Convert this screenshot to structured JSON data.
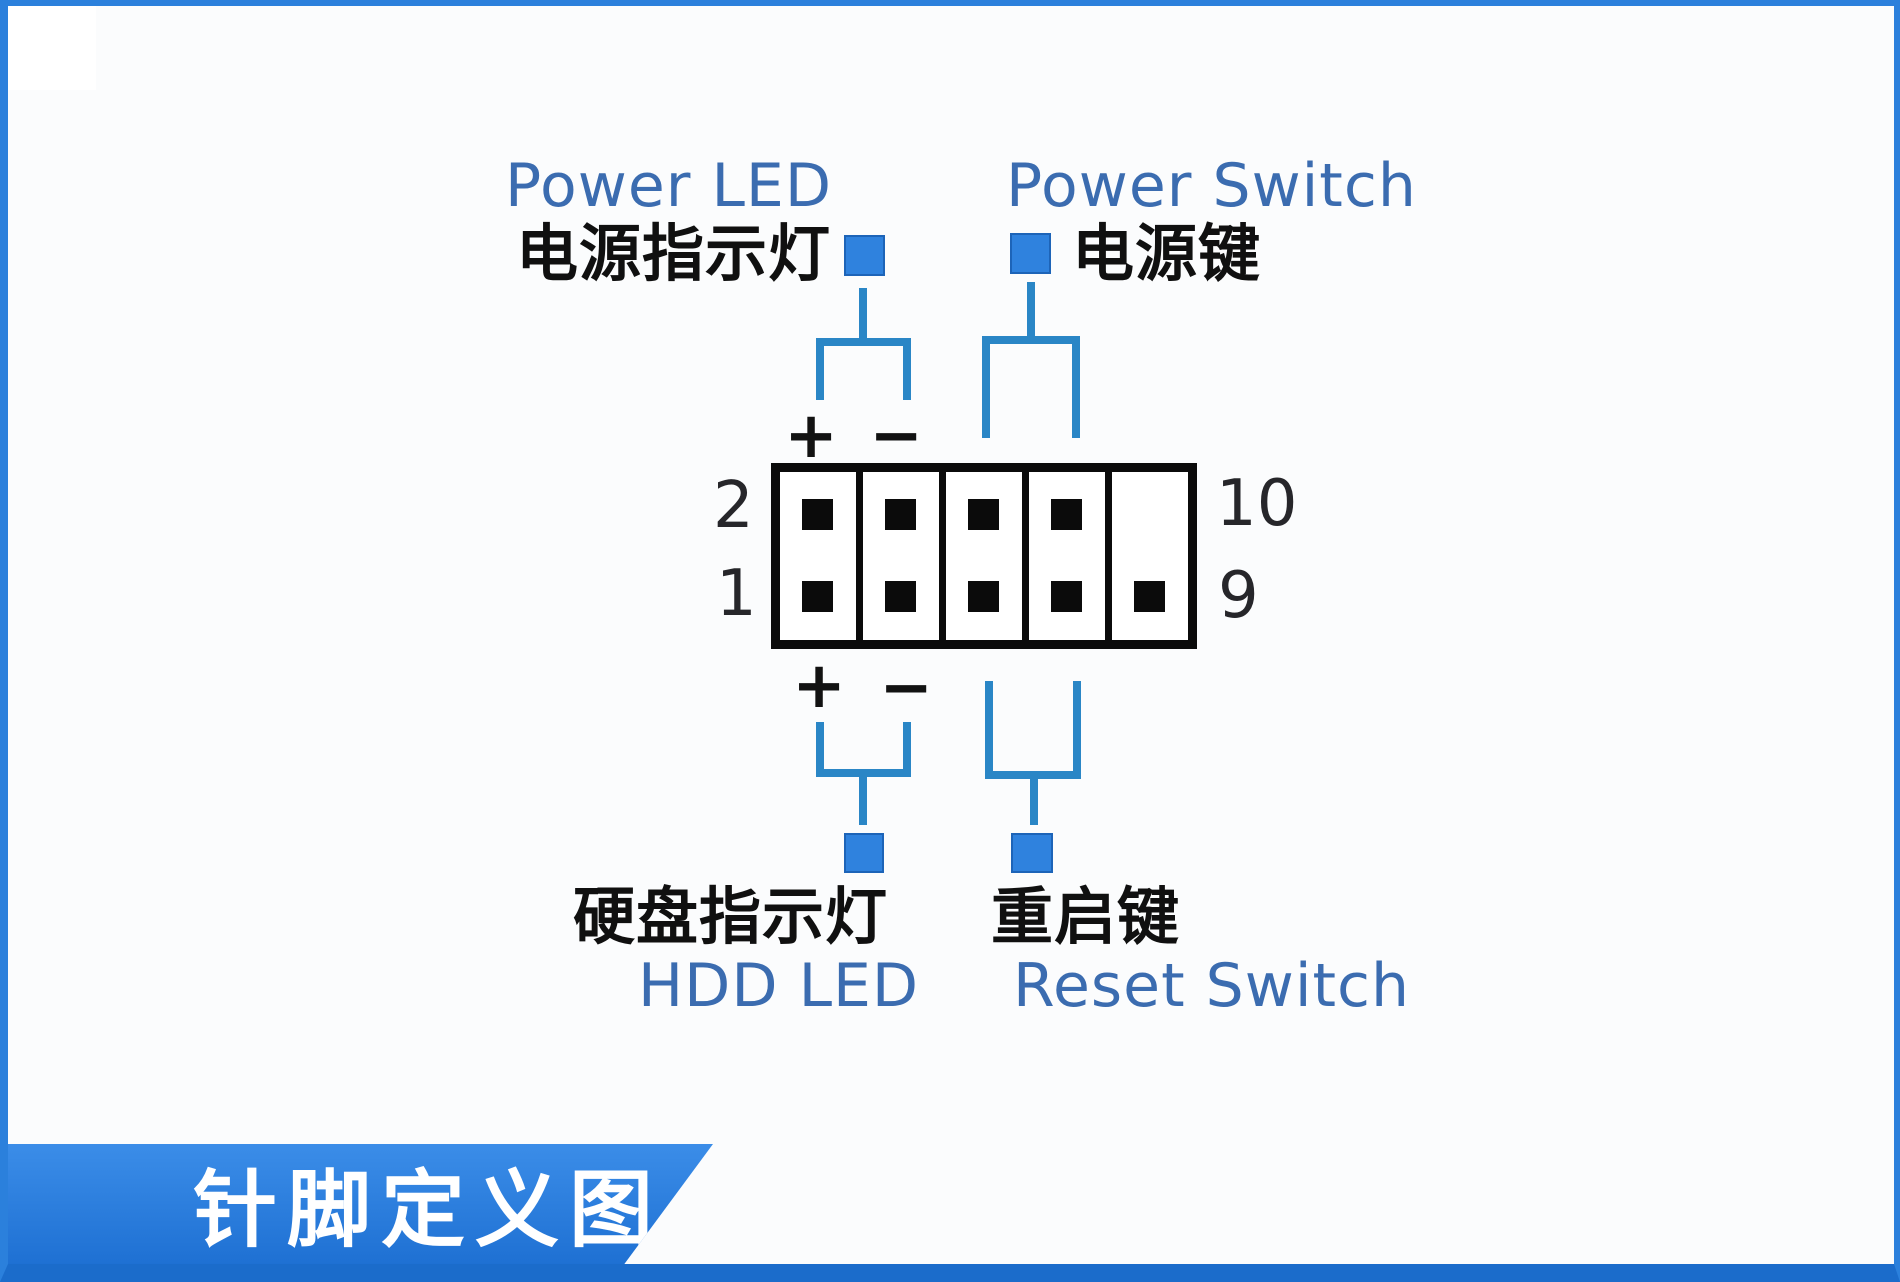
{
  "banner": {
    "title": "针脚定义图"
  },
  "top": {
    "power_led": {
      "en": "Power LED",
      "zh": "电源指示灯"
    },
    "power_switch": {
      "en": "Power Switch",
      "zh": "电源键"
    }
  },
  "bottom": {
    "hdd_led": {
      "zh": "硬盘指示灯",
      "en": "HDD LED"
    },
    "reset": {
      "zh": "重启键",
      "en": "Reset Switch"
    }
  },
  "header": {
    "pin_numbers": {
      "top_left": "2",
      "bottom_left": "1",
      "top_right": "10",
      "bottom_right": "9"
    },
    "polarity": {
      "top_plus": "+",
      "top_minus": "−",
      "bottom_plus": "+",
      "bottom_minus": "−"
    },
    "columns": [
      {
        "top": true,
        "bottom": true
      },
      {
        "top": true,
        "bottom": true
      },
      {
        "top": true,
        "bottom": true
      },
      {
        "top": true,
        "bottom": true
      },
      {
        "top": false,
        "bottom": true
      }
    ]
  },
  "colors": {
    "accent_blue": "#2f82de",
    "wire_blue": "#2a86c6",
    "label_blue": "#3b6cb0",
    "frame_blue": "#2b80dc",
    "banner_blue": "#1d6fd2",
    "pin_black": "#0b0b0b"
  }
}
